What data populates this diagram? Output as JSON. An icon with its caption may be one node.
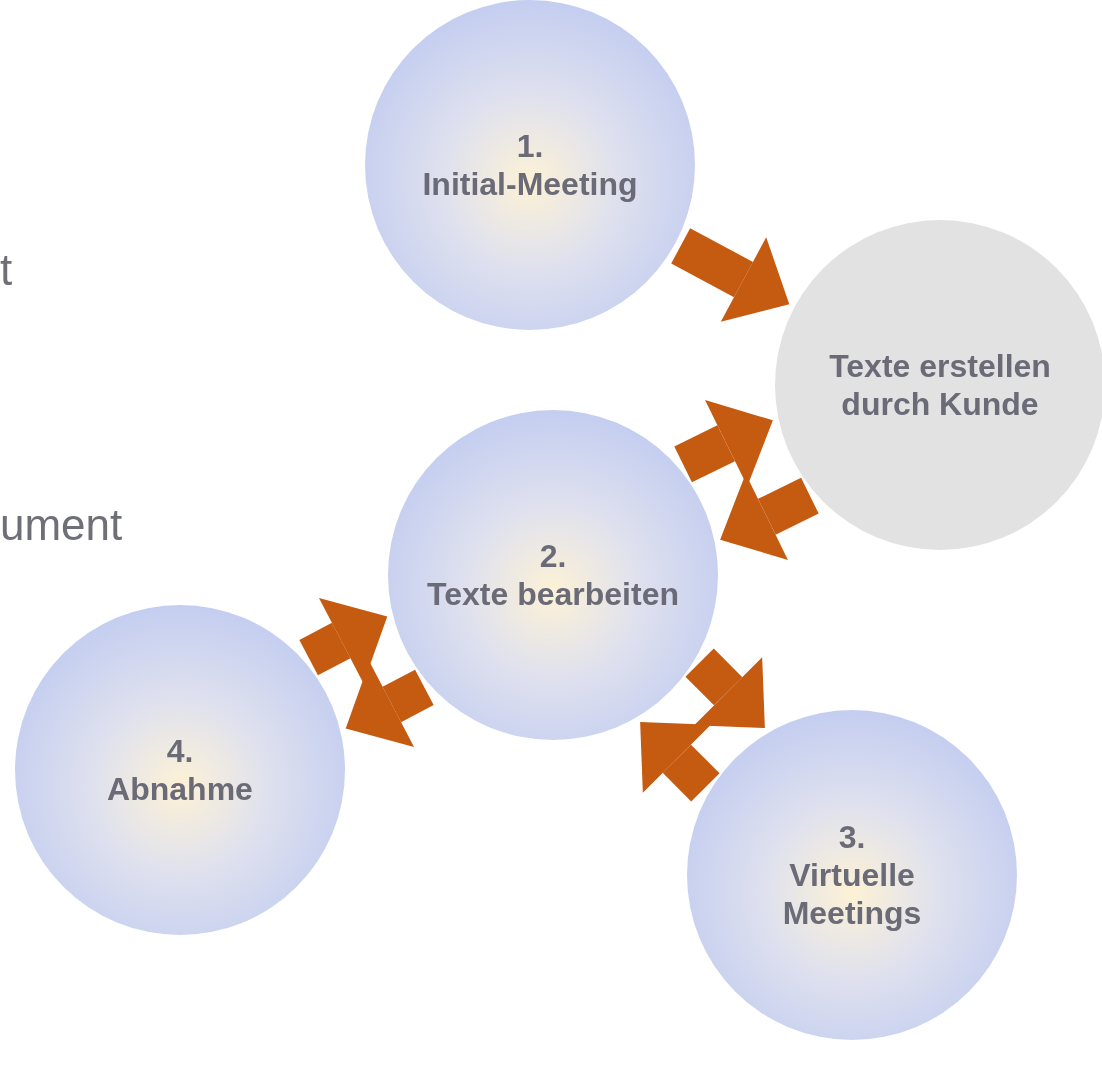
{
  "diagram": {
    "nodes": [
      {
        "text": [
          "1.",
          "Initial-Meeting"
        ]
      },
      {
        "text": [
          "Texte erstellen durch Kunde"
        ]
      },
      {
        "text": [
          "2.",
          "Texte bearbeiten"
        ]
      },
      {
        "text": [
          "4.",
          "Abnahme"
        ]
      },
      {
        "text": [
          "3.",
          "Virtuelle Meetings"
        ]
      }
    ],
    "edges": [
      {
        "from": 0,
        "to": 1,
        "arrow": "to"
      },
      {
        "from": 2,
        "to": 1,
        "arrow": "to"
      },
      {
        "from": 1,
        "to": 2,
        "arrow": "to"
      },
      {
        "from": 3,
        "to": 2,
        "arrow": "to"
      },
      {
        "from": 2,
        "to": 3,
        "arrow": "to"
      },
      {
        "from": 2,
        "to": 4,
        "arrow": "to"
      },
      {
        "from": 4,
        "to": 2,
        "arrow": "to"
      }
    ],
    "labels": [
      "t",
      "ument"
    ]
  }
}
